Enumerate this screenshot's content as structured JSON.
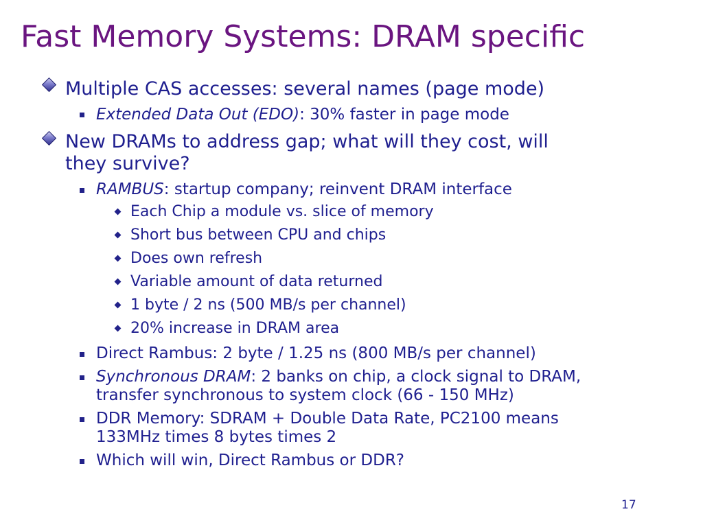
{
  "slide": {
    "title": "Fast Memory Systems: DRAM specific",
    "page_number": "17",
    "b1": {
      "text": "Multiple CAS accesses: several names (page mode)",
      "sub": [
        {
          "em": "Extended Data Out (EDO)",
          "rest": ": 30% faster in page mode"
        }
      ]
    },
    "b2": {
      "line1": "New DRAMs to address gap; what will they cost, will",
      "line2": "they survive?",
      "rambus": {
        "em": "RAMBUS",
        "rest": ": startup company; reinvent DRAM interface",
        "items": [
          "Each Chip a module vs. slice of memory",
          "Short bus between CPU and chips",
          "Does own refresh",
          "Variable amount of data returned",
          "1 byte / 2 ns (500 MB/s per channel)",
          "20% increase in DRAM area"
        ]
      },
      "direct": "Direct Rambus: 2 byte / 1.25 ns (800 MB/s per channel)",
      "sync": {
        "em": "Synchronous DRAM",
        "rest": ": 2 banks on chip, a clock signal to DRAM,",
        "line2": "transfer synchronous to system clock (66 - 150 MHz)"
      },
      "ddr": {
        "line1": "DDR Memory: SDRAM + Double Data Rate, PC2100 means",
        "line2": "133MHz times 8 bytes times 2"
      },
      "which": "Which will win, Direct Rambus or DDR?"
    }
  }
}
